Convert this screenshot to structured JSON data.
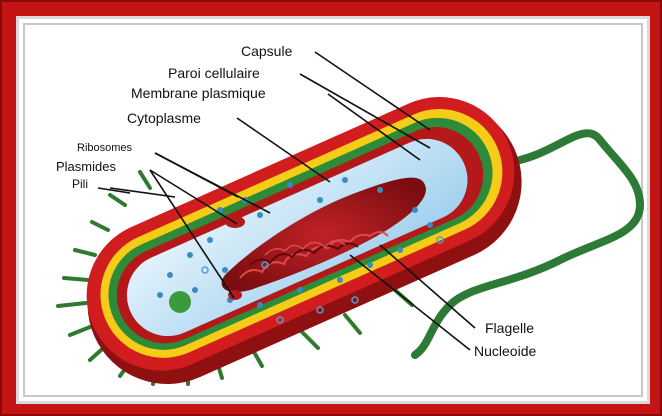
{
  "diagram": {
    "labels": {
      "capsule": "Capsule",
      "cell_wall": "Paroi cellulaire",
      "plasma_membrane": "Membrane plasmique",
      "cytoplasm": "Cytoplasme",
      "ribosomes": "Ribosomes",
      "plasmids": "Plasmides",
      "pili": "Pili",
      "flagellum": "Flagelle",
      "nucleoid": "Nucleoide"
    },
    "colors": {
      "frame": "#c41414",
      "capsule": "#d11d1d",
      "capsule_dark": "#8e1010",
      "cell_wall": "#f5cc17",
      "membrane": "#2e8b3a",
      "cytoplasm": "#bfe1f4",
      "nucleoid": "#a3161a",
      "flagellum": "#2c7a35",
      "pili": "#2f7a2f"
    }
  }
}
